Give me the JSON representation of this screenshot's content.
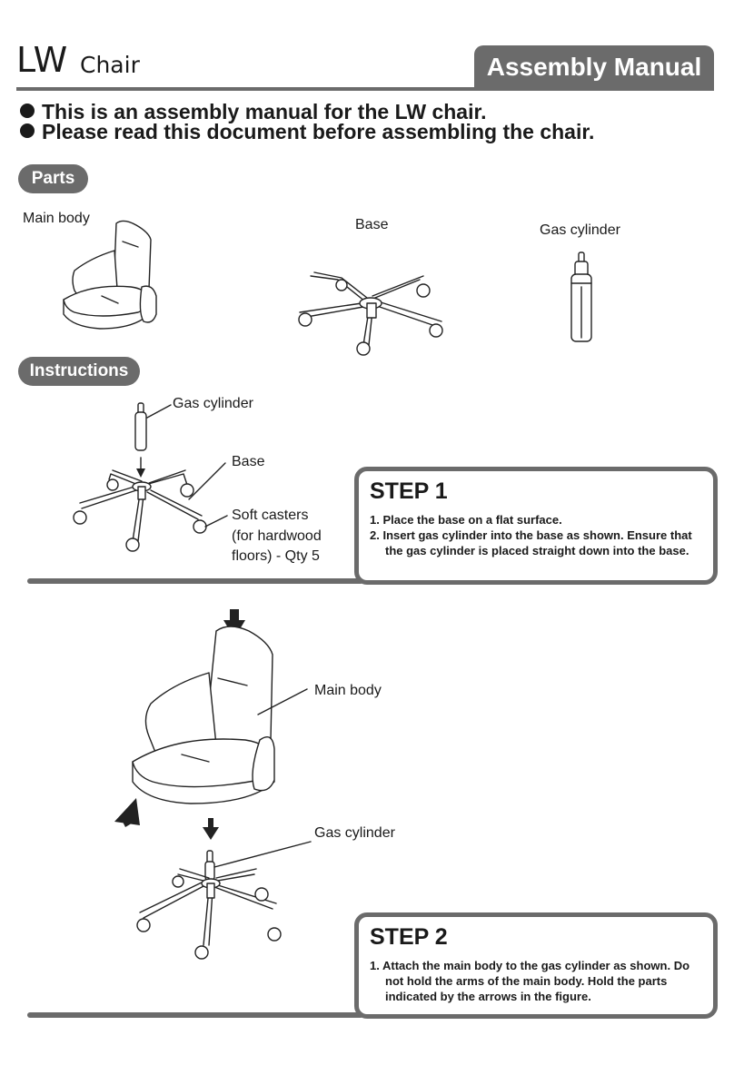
{
  "header": {
    "model": "LW",
    "product": "Chair",
    "badge": "Assembly Manual"
  },
  "intro": [
    "This is an assembly manual for the LW chair.",
    "Please read this document before assembling the chair."
  ],
  "parts": {
    "heading": "Parts",
    "items": [
      {
        "label": "Main body"
      },
      {
        "label": "Base"
      },
      {
        "label": "Gas cylinder"
      }
    ]
  },
  "instructions": {
    "heading": "Instructions",
    "step1_callouts": {
      "gas_cylinder": "Gas cylinder",
      "base": "Base",
      "casters_line1": "Soft casters",
      "casters_line2": "(for hardwood",
      "casters_line3": "floors) - Qty 5"
    },
    "step1": {
      "title": "STEP 1",
      "items": [
        "1. Place the base on a flat surface.",
        "2. Insert gas cylinder into the base as shown. Ensure that the gas cylinder is placed straight down into the base."
      ]
    },
    "step2_callouts": {
      "main_body": "Main body",
      "gas_cylinder": "Gas cylinder"
    },
    "step2": {
      "title": "STEP 2",
      "items": [
        "1. Attach the main body to the gas cylinder as shown. Do not hold the arms of the main body. Hold the parts indicated by the arrows in the figure."
      ]
    }
  }
}
